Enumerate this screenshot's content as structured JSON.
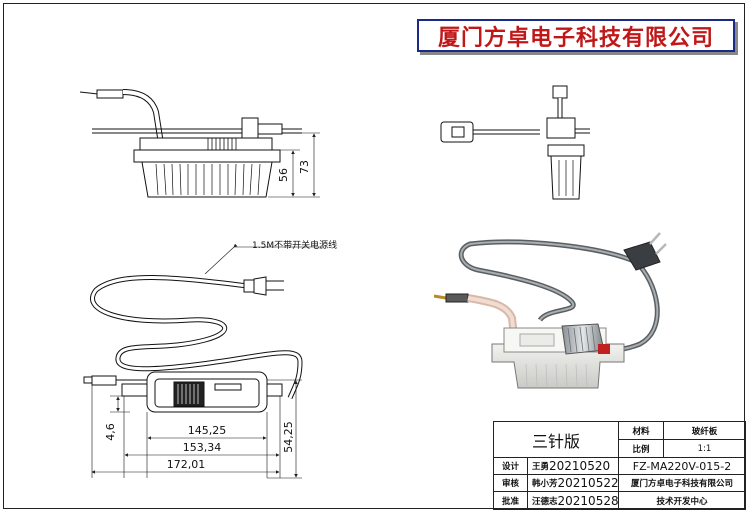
{
  "company": {
    "name": "厦门方卓电子科技有限公司"
  },
  "dimensions": {
    "height_56": "56",
    "height_73": "73",
    "width_145": "145,25",
    "width_153": "153,34",
    "width_172": "172,01",
    "offset_46": "4,6",
    "height_5425": "54,25"
  },
  "callout": {
    "cable": "1.5M不带开关电源线"
  },
  "title_block": {
    "version": "三针版",
    "material_label": "材料",
    "material_value": "玻纤板",
    "scale_label": "比例",
    "scale_value": "1:1",
    "design_label": "设计",
    "design_name": "王勇",
    "design_date": "20210520",
    "part_number": "FZ-MA220V-015-2",
    "review_label": "审核",
    "review_name": "韩小芳",
    "review_date": "20210522",
    "company_short": "厦门方卓电子科技有限公司",
    "approve_label": "批准",
    "approve_name": "汪德志",
    "approve_date": "20210528",
    "department": "技术开发中心"
  }
}
